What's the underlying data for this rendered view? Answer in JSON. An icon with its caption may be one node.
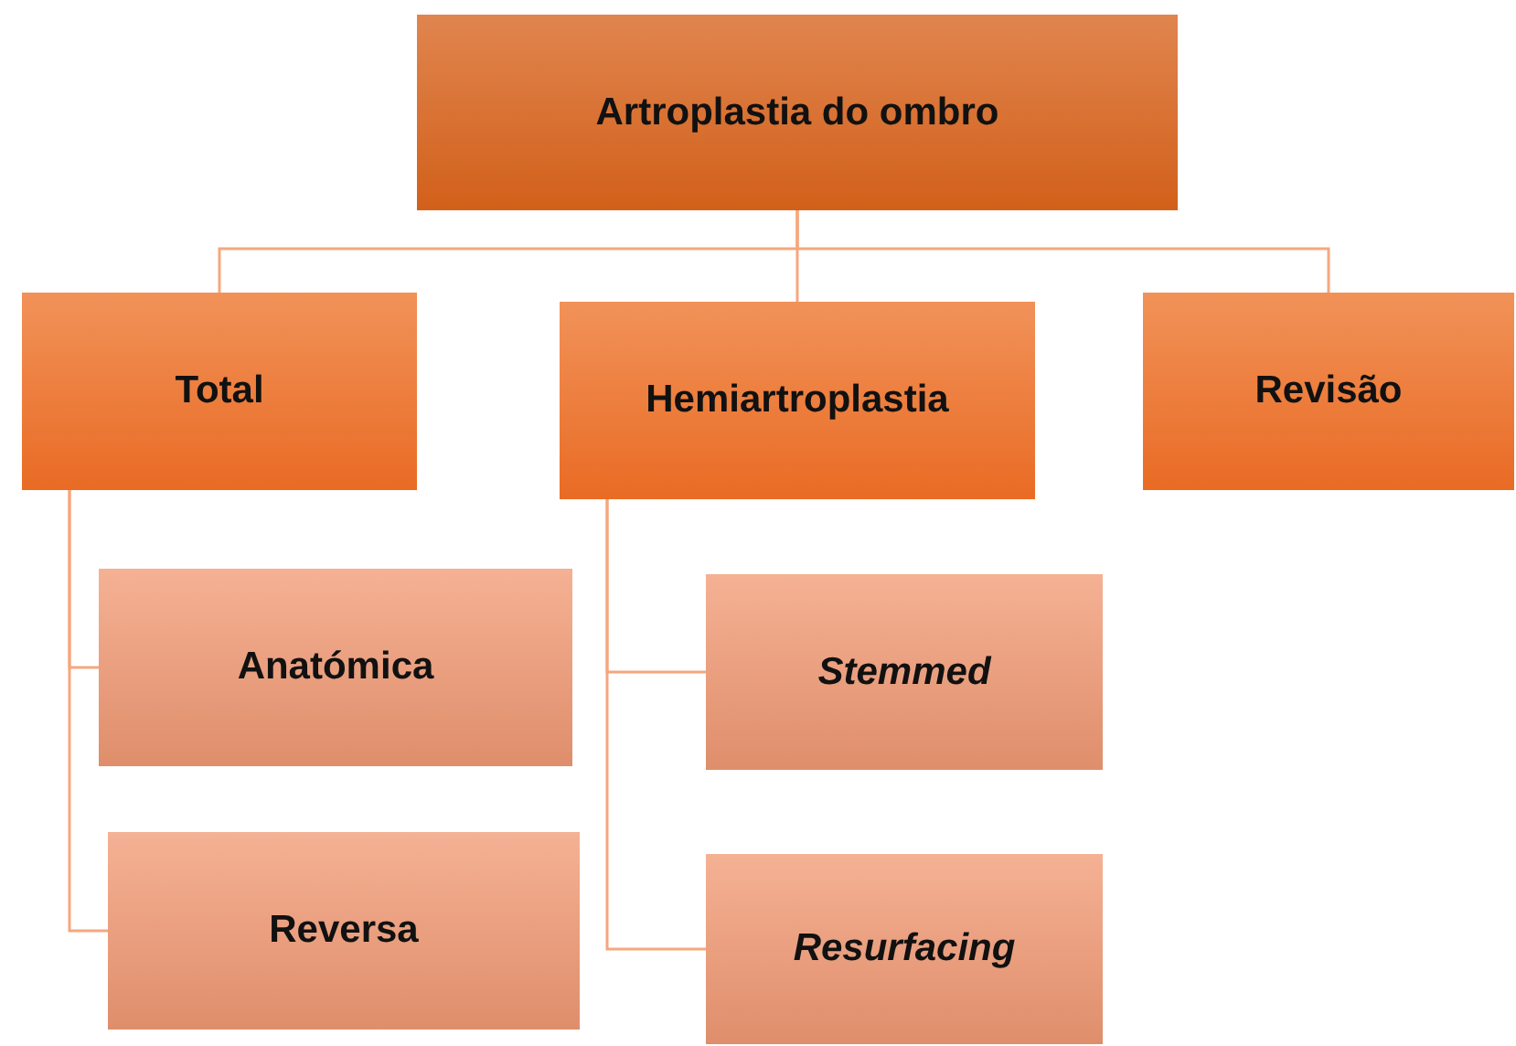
{
  "diagram": {
    "nodes": [
      {
        "text": [
          "Artroplastia do ombro"
        ]
      },
      {
        "text": [
          "Total"
        ]
      },
      {
        "text": [
          "Hemiartroplastia"
        ]
      },
      {
        "text": [
          "Revisão"
        ]
      },
      {
        "text": [
          "Anatómica"
        ]
      },
      {
        "text": [
          "Reversa"
        ]
      },
      {
        "text": [
          "Stemmed"
        ]
      },
      {
        "text": [
          "Resurfacing"
        ]
      }
    ],
    "edges": [
      {
        "from": 0,
        "to": 1,
        "arrow": "none"
      },
      {
        "from": 0,
        "to": 2,
        "arrow": "none"
      },
      {
        "from": 0,
        "to": 3,
        "arrow": "none"
      },
      {
        "from": 1,
        "to": 4,
        "arrow": "none"
      },
      {
        "from": 1,
        "to": 5,
        "arrow": "none"
      },
      {
        "from": 2,
        "to": 6,
        "arrow": "none"
      },
      {
        "from": 2,
        "to": 7,
        "arrow": "none"
      }
    ]
  }
}
